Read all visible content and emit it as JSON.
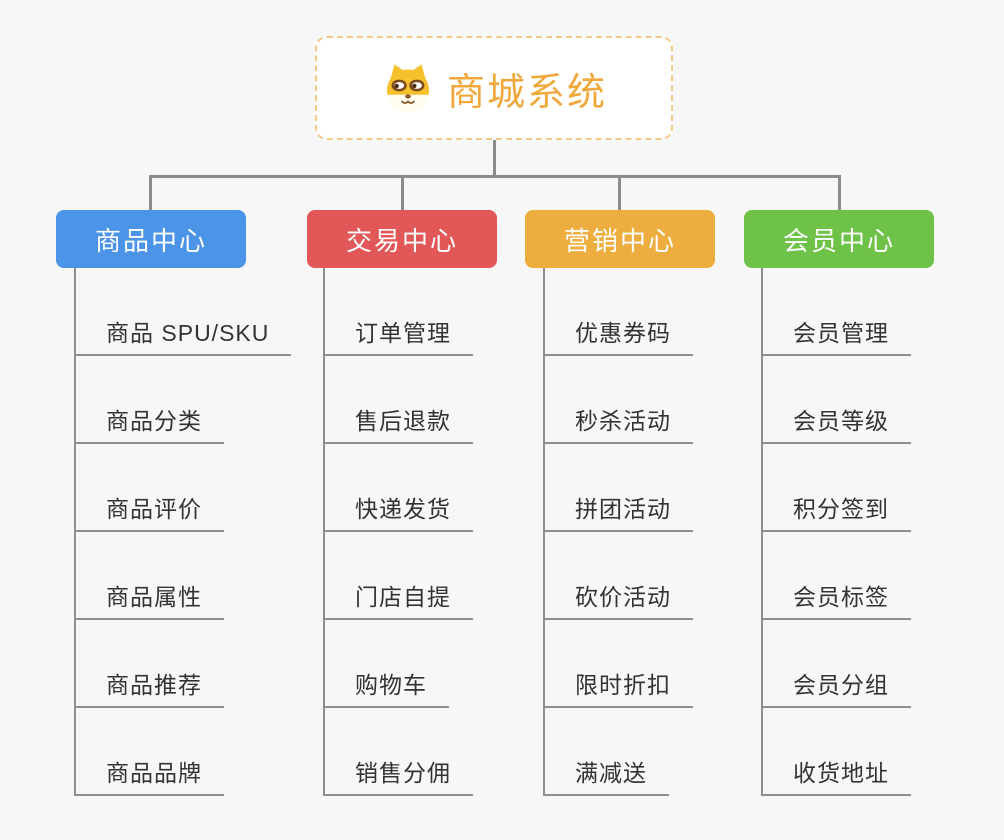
{
  "page": {
    "background_color": "#f7f7f7",
    "connector_color": "#8c8c8c",
    "leaf_line_color": "#8f8f8f",
    "leaf_text_color": "#333333"
  },
  "root": {
    "title": "商城系统",
    "icon": "dog-face-icon",
    "text_color": "#f0a83c",
    "border_color": "#f2c987",
    "background_color": "#ffffff"
  },
  "branches": [
    {
      "label": "商品中心",
      "color": "#4b94e8",
      "children": [
        "商品 SPU/SKU",
        "商品分类",
        "商品评价",
        "商品属性",
        "商品推荐",
        "商品品牌"
      ]
    },
    {
      "label": "交易中心",
      "color": "#e25757",
      "children": [
        "订单管理",
        "售后退款",
        "快递发货",
        "门店自提",
        "购物车",
        "销售分佣"
      ]
    },
    {
      "label": "营销中心",
      "color": "#eead3f",
      "children": [
        "优惠券码",
        "秒杀活动",
        "拼团活动",
        "砍价活动",
        "限时折扣",
        "满减送"
      ]
    },
    {
      "label": "会员中心",
      "color": "#6ec247",
      "children": [
        "会员管理",
        "会员等级",
        "积分签到",
        "会员标签",
        "会员分组",
        "收货地址"
      ]
    }
  ]
}
